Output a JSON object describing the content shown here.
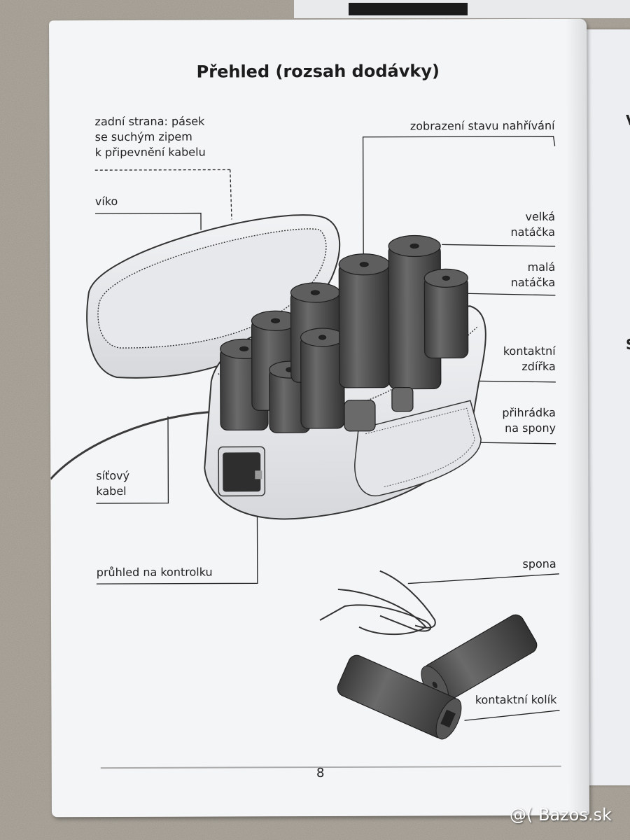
{
  "page": {
    "title": "Přehled (rozsah dodávky)",
    "page_number": "8"
  },
  "labels": {
    "back_strap": "zadní strana: pásek\nse suchým zipem\nk připevnění kabelu",
    "lid": "víko",
    "power_cable": "síťový\nkabel",
    "indicator_window": "průhled na kontrolku",
    "heating_status": "zobrazení stavu nahřívání",
    "large_roller": "velká\nnatáčka",
    "small_roller": "malá\nnatáčka",
    "contact_socket": "kontaktní\nzdířka",
    "clip_compartment": "přihrádka\nna spony",
    "clip": "spona",
    "contact_pin": "kontaktní kolík"
  },
  "watermark": "@( Bazos.sk",
  "colors": {
    "page": "#f4f5f7",
    "ink": "#1f1f1f",
    "roller": "#4a4a4a",
    "background": "#8a847a"
  },
  "icons": [
    "hair-roller-set-illustration",
    "hair-roller-icon",
    "hair-clip-icon"
  ]
}
